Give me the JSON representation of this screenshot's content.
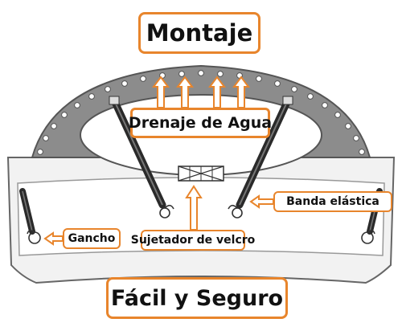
{
  "title": "Montaje",
  "footer": "Fácil y Seguro",
  "labels": {
    "drainage": "Drenaje de Agua",
    "elastic_band": "Banda elástica",
    "hook": "Gancho",
    "velcro_fastener": "Sujetador de velcro"
  },
  "colors": {
    "accent": "#e8852c",
    "panel": "#8c8c8c",
    "panel_dark": "#4a4a4a",
    "band": "#3a3a3a",
    "bumper": "#f2f2f2"
  }
}
